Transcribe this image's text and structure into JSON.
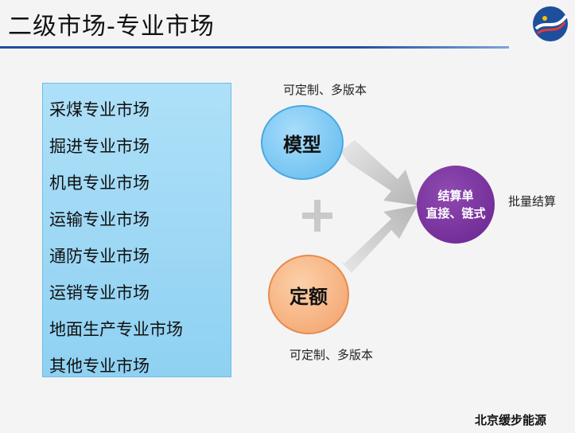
{
  "slide": {
    "title": "二级市场-专业市场",
    "footer": "北京缓步能源",
    "logo_icon": "swoosh-logo-icon"
  },
  "markets": [
    "采煤专业市场",
    "掘进专业市场",
    "机电专业市场",
    "运输专业市场",
    "通防专业市场",
    "运销专业市场",
    "地面生产专业市场",
    "其他专业市场"
  ],
  "diagram": {
    "model_caption": "可定制、多版本",
    "model_label": "模型",
    "quota_caption": "可定制、多版本",
    "quota_label": "定额",
    "settle_line1": "结算单",
    "settle_line2": "直接、链式",
    "batch_label": "批量结算",
    "plus_icon": "plus-icon"
  },
  "colors": {
    "model": "#5fb9ee",
    "quota": "#f3a06a",
    "settle": "#6a2390",
    "panel": "#9fd8f5",
    "title_line": "#1f4e9e"
  }
}
